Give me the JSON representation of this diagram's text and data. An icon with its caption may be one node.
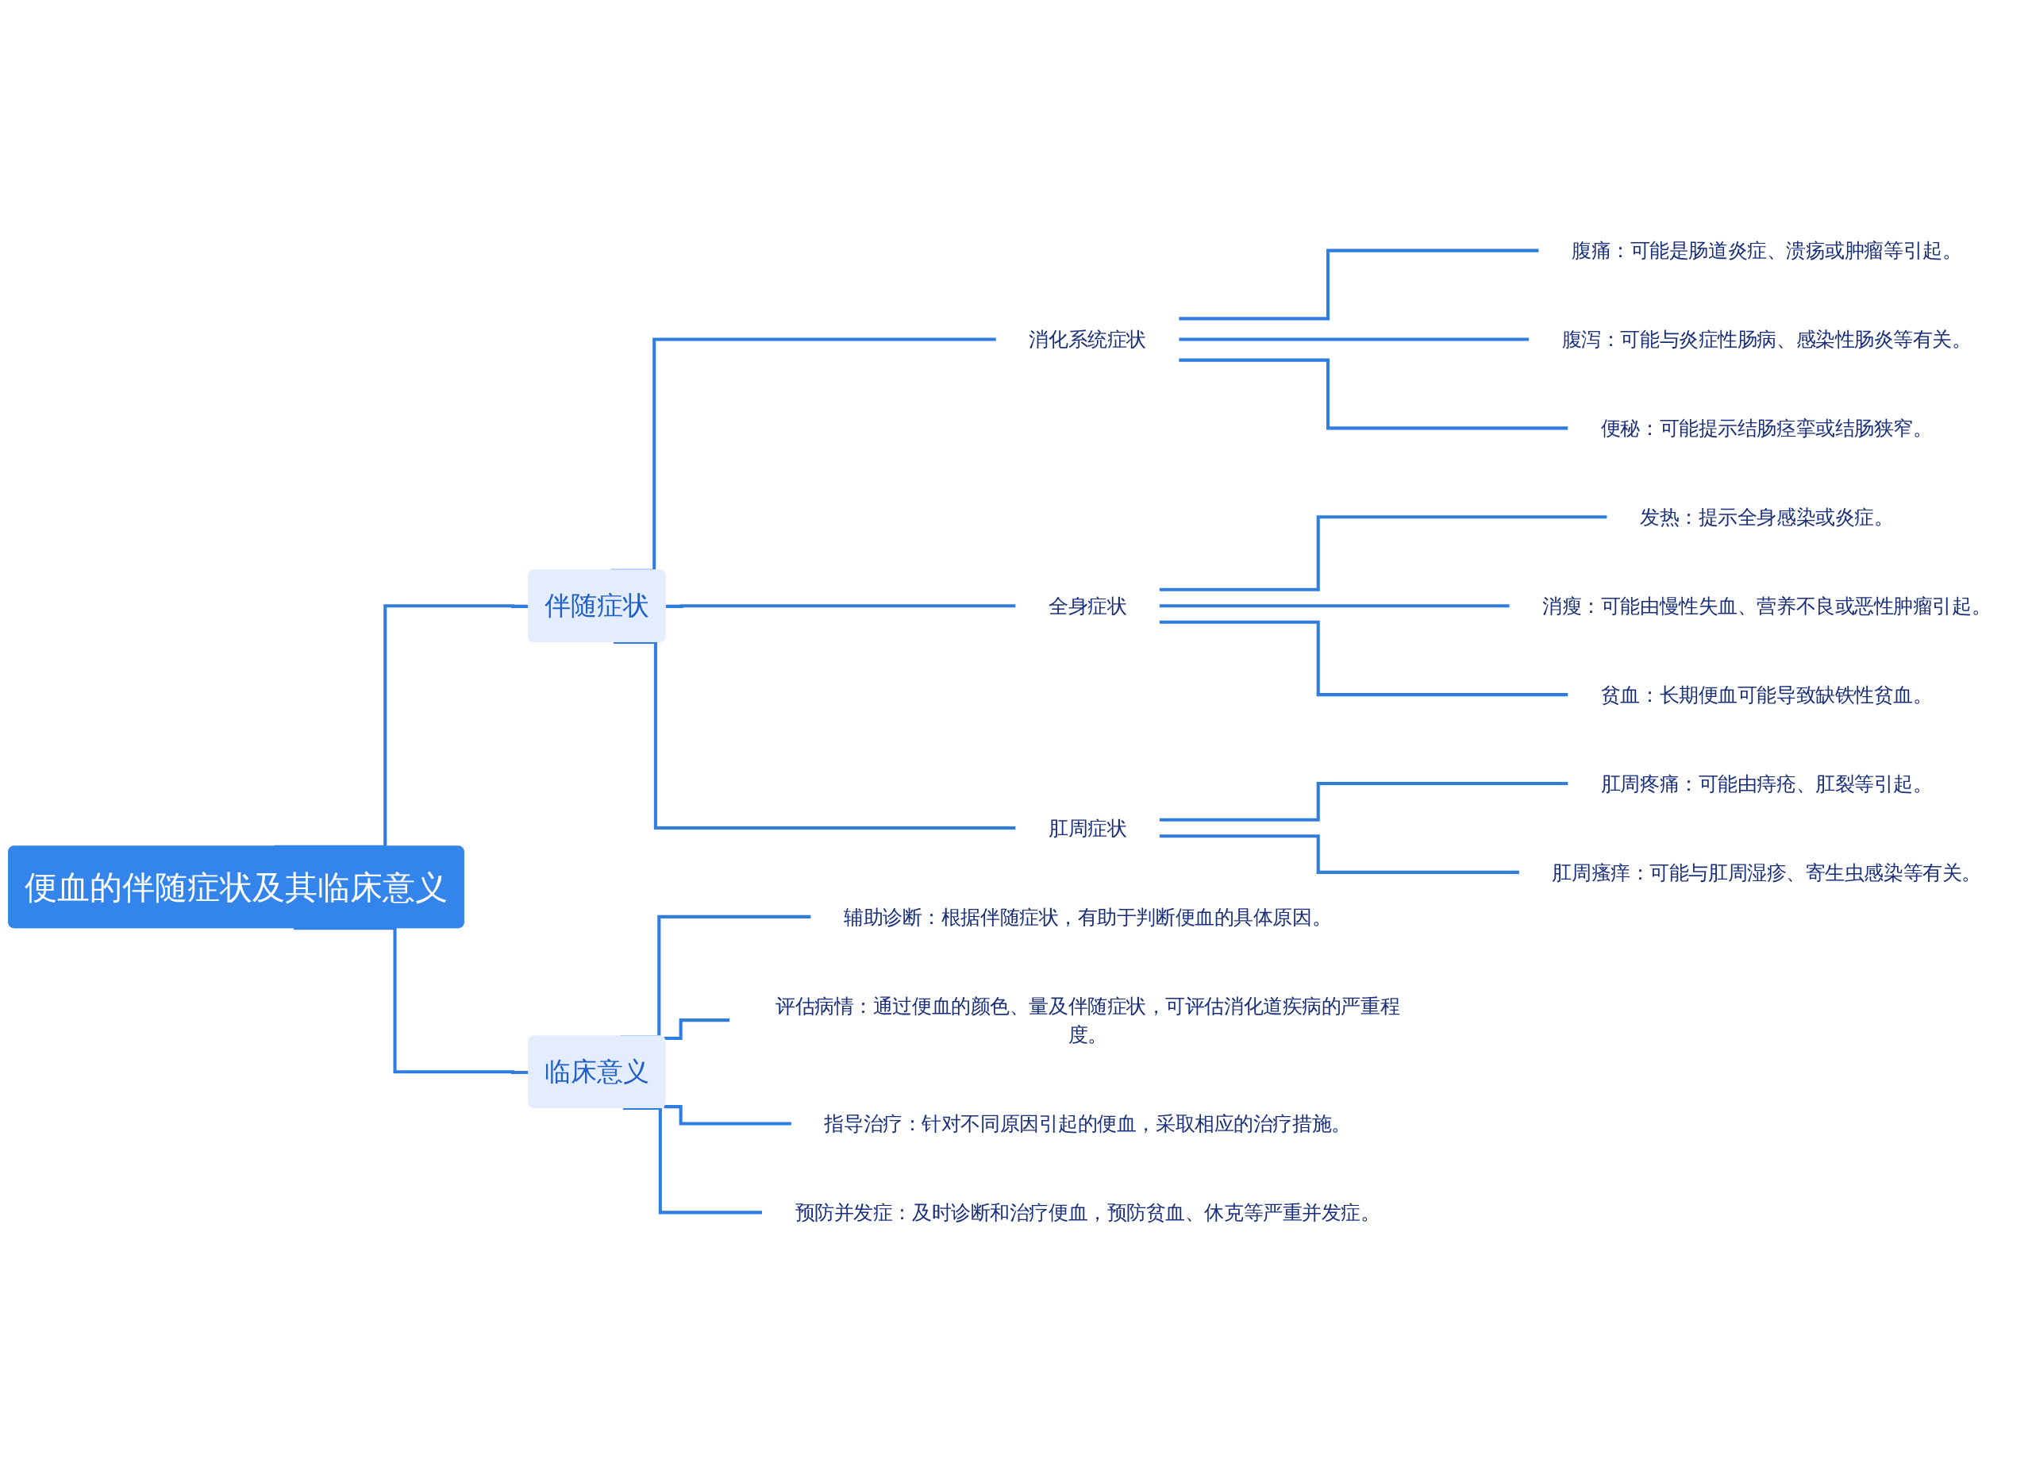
{
  "diagram": {
    "nodes": [
      {
        "text": [
          "便血的伴随症状及其临床意义"
        ]
      },
      {
        "text": [
          "伴随症状"
        ]
      },
      {
        "text": [
          "消化系统症状"
        ]
      },
      {
        "text": [
          "腹痛：可能是肠道炎症、溃疡或肿瘤等引起。"
        ]
      },
      {
        "text": [
          "腹泻：可能与炎症性肠病、感染性肠炎等有关。"
        ]
      },
      {
        "text": [
          "便秘：可能提示结肠痉挛或结肠狭窄。"
        ]
      },
      {
        "text": [
          "全身症状"
        ]
      },
      {
        "text": [
          "发热：提示全身感染或炎症。"
        ]
      },
      {
        "text": [
          "消瘦：可能由慢性失血、营养不良或恶性肿瘤引起。"
        ]
      },
      {
        "text": [
          "贫血：长期便血可能导致缺铁性贫血。"
        ]
      },
      {
        "text": [
          "肛周症状"
        ]
      },
      {
        "text": [
          "肛周疼痛：可能由痔疮、肛裂等引起。"
        ]
      },
      {
        "text": [
          "肛周瘙痒：可能与肛周湿疹、寄生虫感染等有关。"
        ]
      },
      {
        "text": [
          "临床意义"
        ]
      },
      {
        "text": [
          "辅助诊断：根据伴随症状，有助于判断便血的具体原因。"
        ]
      },
      {
        "text": [
          "评估病情：通过便血的颜色、量及伴随症状，可评估消化道疾病的严重程度。"
        ]
      },
      {
        "text": [
          "指导治疗：针对不同原因引起的便血，采取相应的治疗措施。"
        ]
      },
      {
        "text": [
          "预防并发症：及时诊断和治疗便血，预防贫血、休克等严重并发症。"
        ]
      }
    ],
    "edges": [
      {
        "from": 0,
        "to": 1,
        "arrow": "none"
      },
      {
        "from": 1,
        "to": 2,
        "arrow": "none"
      },
      {
        "from": 2,
        "to": 3,
        "arrow": "none"
      },
      {
        "from": 2,
        "to": 4,
        "arrow": "none"
      },
      {
        "from": 2,
        "to": 5,
        "arrow": "none"
      },
      {
        "from": 1,
        "to": 6,
        "arrow": "none"
      },
      {
        "from": 6,
        "to": 7,
        "arrow": "none"
      },
      {
        "from": 6,
        "to": 8,
        "arrow": "none"
      },
      {
        "from": 6,
        "to": 9,
        "arrow": "none"
      },
      {
        "from": 1,
        "to": 10,
        "arrow": "none"
      },
      {
        "from": 10,
        "to": 11,
        "arrow": "none"
      },
      {
        "from": 10,
        "to": 12,
        "arrow": "none"
      },
      {
        "from": 0,
        "to": 13,
        "arrow": "none"
      },
      {
        "from": 13,
        "to": 14,
        "arrow": "none"
      },
      {
        "from": 13,
        "to": 15,
        "arrow": "none"
      },
      {
        "from": 13,
        "to": 16,
        "arrow": "none"
      },
      {
        "from": 13,
        "to": 17,
        "arrow": "none"
      }
    ]
  }
}
